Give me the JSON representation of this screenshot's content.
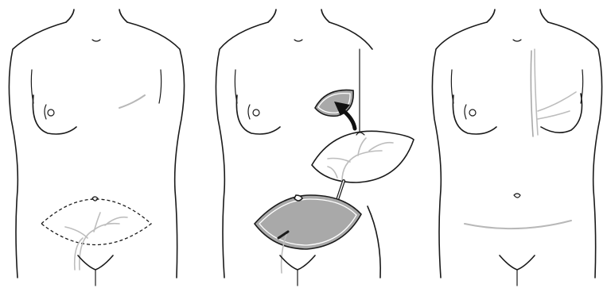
{
  "diagram": {
    "panels": [
      {
        "id": "preoperative",
        "caption": ""
      },
      {
        "id": "flap-transfer",
        "caption": ""
      },
      {
        "id": "postoperative",
        "caption": ""
      }
    ],
    "colors": {
      "line": "#1a1a1a",
      "scar": "#b8b8b8",
      "donor_site": "#a9a9a9",
      "background": "#ffffff"
    }
  }
}
